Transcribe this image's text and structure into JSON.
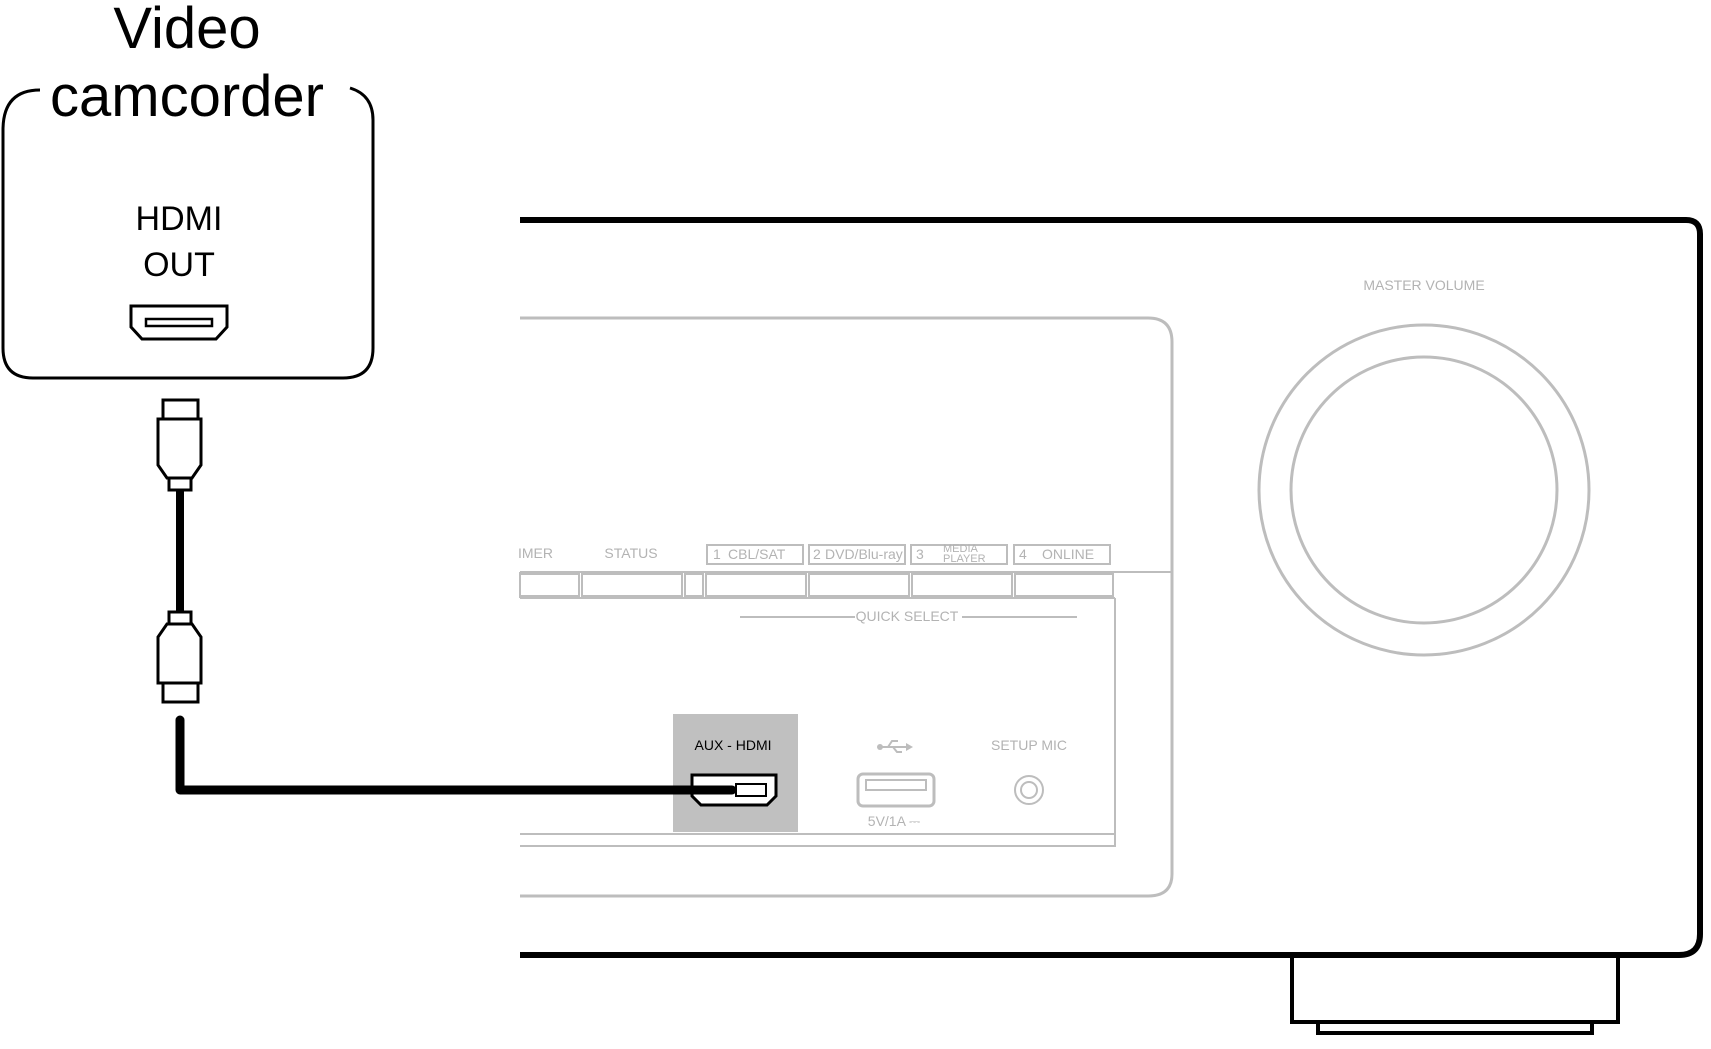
{
  "device": {
    "title_line1": "Video",
    "title_line2": "camcorder",
    "port_label_line1": "HDMI",
    "port_label_line2": "OUT"
  },
  "receiver": {
    "master_volume": "MASTER VOLUME",
    "dimmer_partial": "IMER",
    "status": "STATUS",
    "quick_select": "QUICK SELECT",
    "presets": [
      {
        "num": "1",
        "label": "CBL/SAT"
      },
      {
        "num": "2",
        "label": "DVD/Blu-ray"
      },
      {
        "num": "3",
        "label_line1": "MEDIA",
        "label_line2": "PLAYER"
      },
      {
        "num": "4",
        "label": "ONLINE"
      }
    ],
    "aux_hdmi": "AUX - HDMI",
    "usb_power": "5V/1A ⎓",
    "setup_mic": "SETUP MIC",
    "highlight_color": "#c0c0c0"
  }
}
